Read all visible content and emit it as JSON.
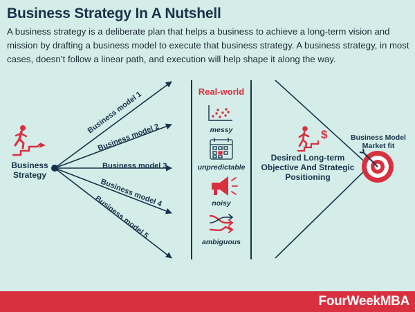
{
  "header": {
    "title": "Business Strategy In A Nutshell",
    "description": "A business strategy is a deliberate plan that helps a business to achieve a long-term vision and mission by drafting a business model to execute that business strategy. A business strategy, in most cases, doesn’t follow a linear path, and execution will help shape it along the way."
  },
  "diagram": {
    "origin_label_line1": "Business",
    "origin_label_line2": "Strategy",
    "models": [
      "Business model 1",
      "Business model 2",
      "Business model 3",
      "Business model 4",
      "Business model 5"
    ],
    "real_world": {
      "heading": "Real-world",
      "items": [
        {
          "label": "messy",
          "icon": "scatter-chart-icon"
        },
        {
          "label": "unpredictable",
          "icon": "calendar-icon"
        },
        {
          "label": "noisy",
          "icon": "megaphone-icon"
        },
        {
          "label": "ambiguous",
          "icon": "tangled-arrows-icon"
        }
      ]
    },
    "objective_line1": "Desired Long-term",
    "objective_line2": "Objective And Strategic",
    "objective_line3": "Positioning",
    "fit_line1": "Business Model",
    "fit_line2": "Market fit"
  },
  "colors": {
    "accent": "#d8303f",
    "text": "#16334a",
    "background": "#d5ede8"
  },
  "footer": {
    "brand": "FourWeekMBA"
  }
}
